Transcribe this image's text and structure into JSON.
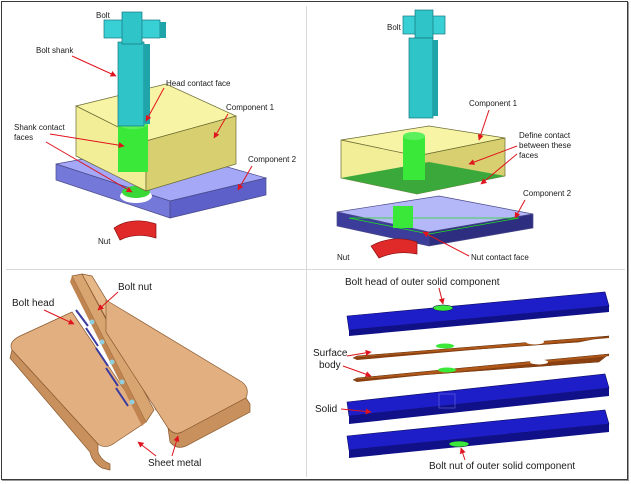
{
  "panels": {
    "top_left": {
      "bolt": "Bolt",
      "bolt_shank": "Bolt shank",
      "head_contact_face": "Head contact face",
      "component_1": "Component 1",
      "shank_contact_faces_line1": "Shank contact",
      "shank_contact_faces_line2": "faces",
      "component_2": "Component 2",
      "nut": "Nut"
    },
    "top_right": {
      "bolt": "Bolt",
      "component_1": "Component 1",
      "define_contact_line1": "Define contact",
      "define_contact_line2": "between these",
      "define_contact_line3": "faces",
      "component_2": "Component 2",
      "nut": "Nut",
      "nut_contact_face": "Nut contact face"
    },
    "bottom_left": {
      "bolt_head": "Bolt head",
      "bolt_nut": "Bolt nut",
      "sheet_metal": "Sheet metal"
    },
    "bottom_right": {
      "bolt_head_outer": "Bolt head of outer solid component",
      "surface_body_line1": "Surface",
      "surface_body_line2": "body",
      "solid": "Solid",
      "bolt_nut_outer": "Bolt nut of outer solid component"
    }
  },
  "colors": {
    "bolt": "#2ec4c8",
    "component_1": "#f4ee8c",
    "component_2": "#8a8ef0",
    "contact_face": "#22e01e",
    "nut": "#e02a2a",
    "sheet_metal": "#e2b080",
    "solid_blue": "#1414b8",
    "surface_orange": "#b0581a",
    "arrow": "#e0141e"
  }
}
